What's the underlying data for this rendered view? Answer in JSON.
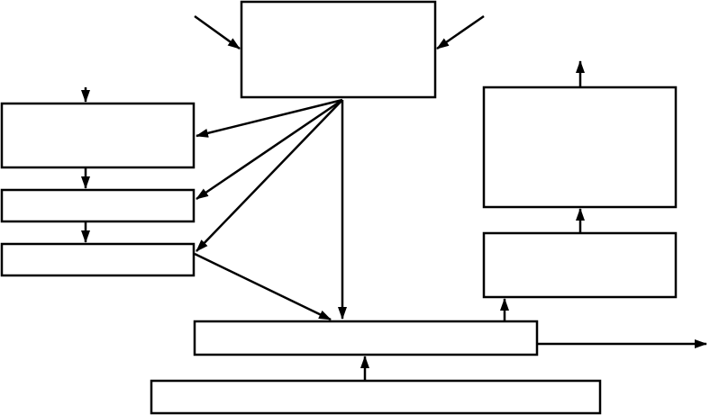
{
  "diagram": {
    "stroke_color": "#000000",
    "background": "#ffffff",
    "boxes": [
      {
        "id": "top-center-box",
        "label": ""
      },
      {
        "id": "left-box-1",
        "label": ""
      },
      {
        "id": "left-box-2",
        "label": ""
      },
      {
        "id": "left-box-3",
        "label": ""
      },
      {
        "id": "right-upper-box",
        "label": ""
      },
      {
        "id": "right-lower-box",
        "label": ""
      },
      {
        "id": "middle-bar",
        "label": ""
      },
      {
        "id": "bottom-bar",
        "label": ""
      }
    ],
    "arrows": [
      {
        "id": "incoming-top-left",
        "from": "outside",
        "to": "top-center-box"
      },
      {
        "id": "incoming-top-right",
        "from": "outside",
        "to": "top-center-box"
      },
      {
        "id": "incoming-left-top",
        "from": "outside",
        "to": "left-box-1"
      },
      {
        "id": "top-to-left-1",
        "from": "top-center-box",
        "to": "left-box-1"
      },
      {
        "id": "top-to-left-2",
        "from": "top-center-box",
        "to": "left-box-2"
      },
      {
        "id": "top-to-left-3",
        "from": "top-center-box",
        "to": "left-box-3"
      },
      {
        "id": "top-to-middle-bar",
        "from": "top-center-box",
        "to": "middle-bar"
      },
      {
        "id": "left-1-to-left-2",
        "from": "left-box-1",
        "to": "left-box-2"
      },
      {
        "id": "left-2-to-left-3",
        "from": "left-box-2",
        "to": "left-box-3"
      },
      {
        "id": "left-3-to-middle-bar",
        "from": "left-box-3",
        "to": "middle-bar"
      },
      {
        "id": "bottom-to-middle-bar",
        "from": "bottom-bar",
        "to": "middle-bar"
      },
      {
        "id": "middle-bar-to-right-lower",
        "from": "middle-bar",
        "to": "right-lower-box"
      },
      {
        "id": "right-lower-to-right-upper",
        "from": "right-lower-box",
        "to": "right-upper-box"
      },
      {
        "id": "outgoing-right-upper-top",
        "from": "right-upper-box",
        "to": "outside"
      },
      {
        "id": "outgoing-middle-bar-right",
        "from": "middle-bar",
        "to": "outside"
      }
    ]
  }
}
